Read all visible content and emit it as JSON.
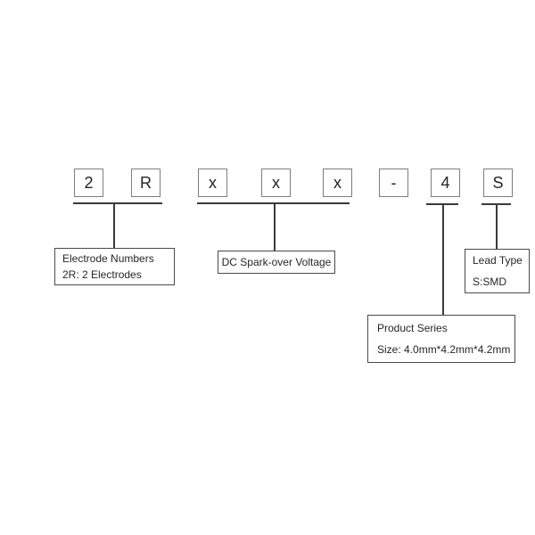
{
  "code": {
    "boxes": [
      {
        "char": "2"
      },
      {
        "char": "R"
      },
      {
        "char": "x"
      },
      {
        "char": "x"
      },
      {
        "char": "x"
      },
      {
        "char": "-"
      },
      {
        "char": "4"
      },
      {
        "char": "S"
      }
    ]
  },
  "callouts": {
    "electrode_numbers": {
      "line1": "Electrode Numbers",
      "line2": "2R: 2 Electrodes"
    },
    "dc_sparkover_voltage": {
      "line1": "DC Spark-over Voltage"
    },
    "lead_type": {
      "line1": "Lead Type",
      "line2": "S:SMD"
    },
    "product_series": {
      "line1": "Product Series",
      "line2": "Size: 4.0mm*4.2mm*4.2mm"
    }
  },
  "colors": {
    "background": "#ffffff",
    "code_box_border": "#7d7d7d",
    "callout_border": "#4a4a4a",
    "connector_line": "#3a3a3a",
    "text": "#262626"
  }
}
